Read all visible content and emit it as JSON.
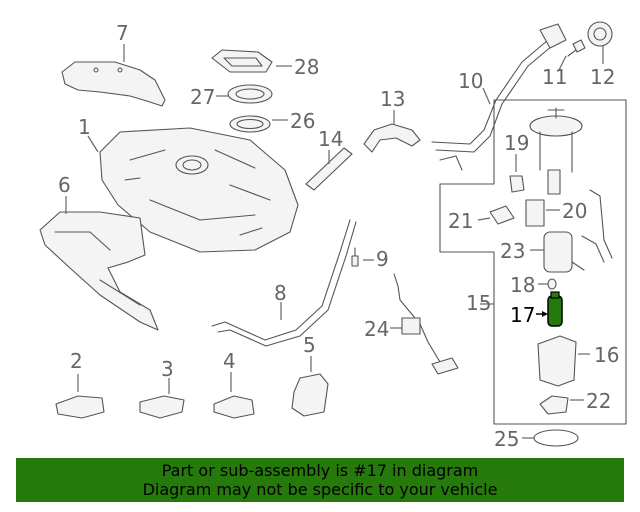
{
  "callouts": {
    "c1": "1",
    "c2": "2",
    "c3": "3",
    "c4": "4",
    "c5": "5",
    "c6": "6",
    "c7": "7",
    "c8": "8",
    "c9": "9",
    "c10": "10",
    "c11": "11",
    "c12": "12",
    "c13": "13",
    "c14": "14",
    "c15": "15",
    "c16": "16",
    "c17": "17",
    "c18": "18",
    "c19": "19",
    "c20": "20",
    "c21": "21",
    "c22": "22",
    "c23": "23",
    "c24": "24",
    "c25": "25",
    "c26": "26",
    "c27": "27",
    "c28": "28"
  },
  "highlight": {
    "part": "17",
    "color": "#267a0c"
  },
  "banner": {
    "line1": "Part or sub-assembly is #17 in diagram",
    "line2": "Diagram may not be specific to your vehicle",
    "color": "#267a0c"
  }
}
